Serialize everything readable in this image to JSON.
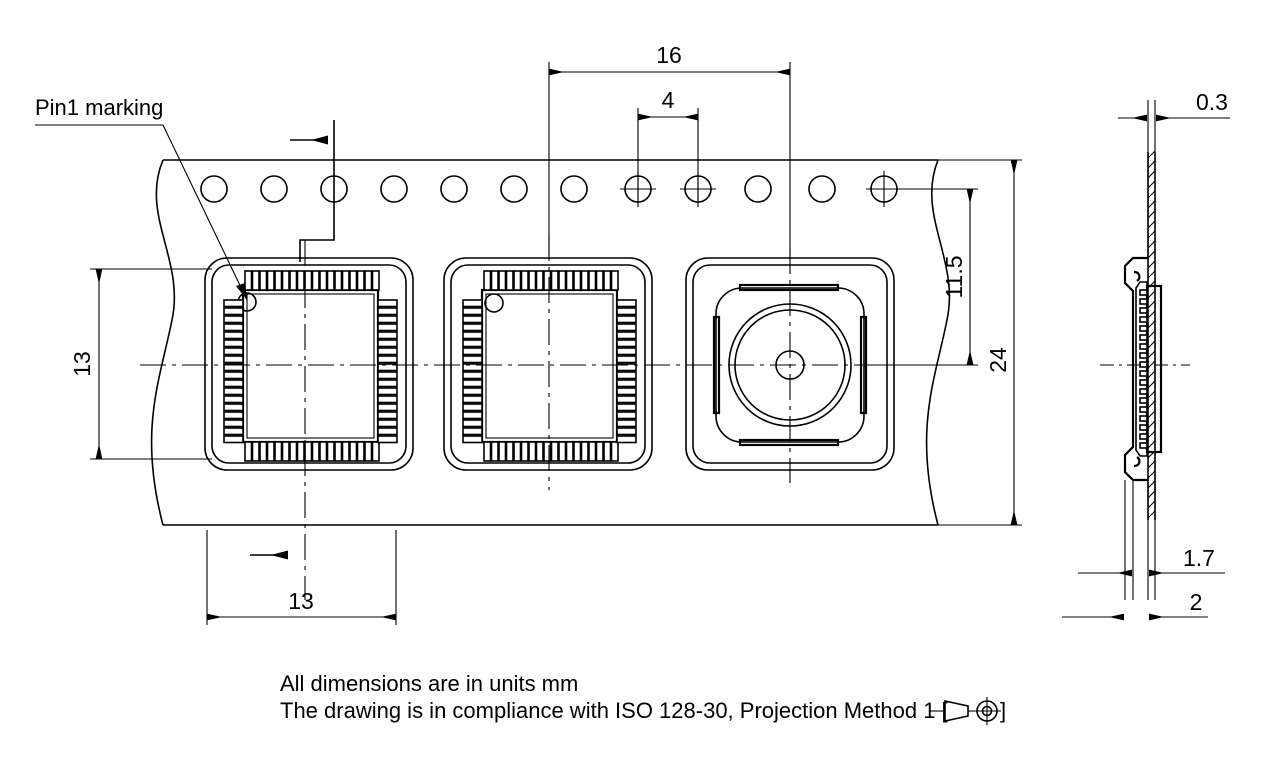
{
  "drawing": {
    "title": "Tape and reel packing drawing - QFP component carrier tape",
    "annotations": {
      "pin1_marking": "Pin1 marking"
    },
    "dimensions": {
      "tape_pitch_16": "16",
      "sprocket_pitch_4": "4",
      "pocket_height_13": "13",
      "pocket_width_13": "13",
      "sprocket_to_pocket_11_5": "11.5",
      "tape_width_24": "24",
      "cover_tape_thickness_0_3": "0.3",
      "pocket_depth_1_7": "1.7",
      "total_thickness_2": "2"
    },
    "notes": {
      "line1": "All dimensions are in units mm",
      "line2": "The drawing is in compliance with ISO 128-30, Projection Method 1 [",
      "line2_close": "]"
    },
    "units": "mm",
    "colors": {
      "line": "#000000",
      "background": "#ffffff"
    }
  }
}
